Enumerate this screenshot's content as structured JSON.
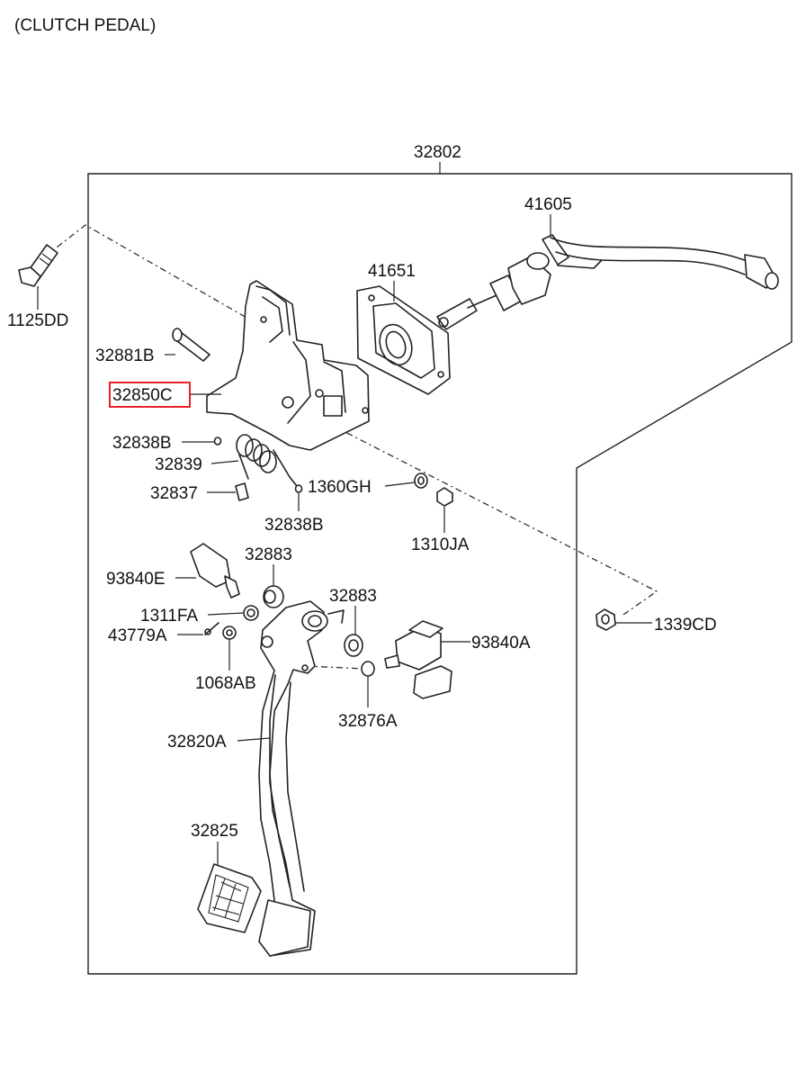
{
  "title": "(CLUTCH PEDAL)",
  "highlight_color": "#e8202a",
  "assembly_label": "32802",
  "part_labels": [
    {
      "id": "41605",
      "text": "41605"
    },
    {
      "id": "41651",
      "text": "41651"
    },
    {
      "id": "1125DD",
      "text": "1125DD"
    },
    {
      "id": "32881B",
      "text": "32881B"
    },
    {
      "id": "32850C",
      "text": "32850C",
      "highlighted": true
    },
    {
      "id": "32838B-top",
      "text": "32838B"
    },
    {
      "id": "32839",
      "text": "32839"
    },
    {
      "id": "32837",
      "text": "32837"
    },
    {
      "id": "1360GH",
      "text": "1360GH"
    },
    {
      "id": "32838B-bottom",
      "text": "32838B"
    },
    {
      "id": "1310JA",
      "text": "1310JA"
    },
    {
      "id": "32883-a",
      "text": "32883"
    },
    {
      "id": "93840E",
      "text": "93840E"
    },
    {
      "id": "32883-b",
      "text": "32883"
    },
    {
      "id": "1311FA",
      "text": "1311FA"
    },
    {
      "id": "43779A",
      "text": "43779A"
    },
    {
      "id": "93840A",
      "text": "93840A"
    },
    {
      "id": "1339CD",
      "text": "1339CD"
    },
    {
      "id": "1068AB",
      "text": "1068AB"
    },
    {
      "id": "32876A",
      "text": "32876A"
    },
    {
      "id": "32820A",
      "text": "32820A"
    },
    {
      "id": "32825",
      "text": "32825"
    }
  ]
}
